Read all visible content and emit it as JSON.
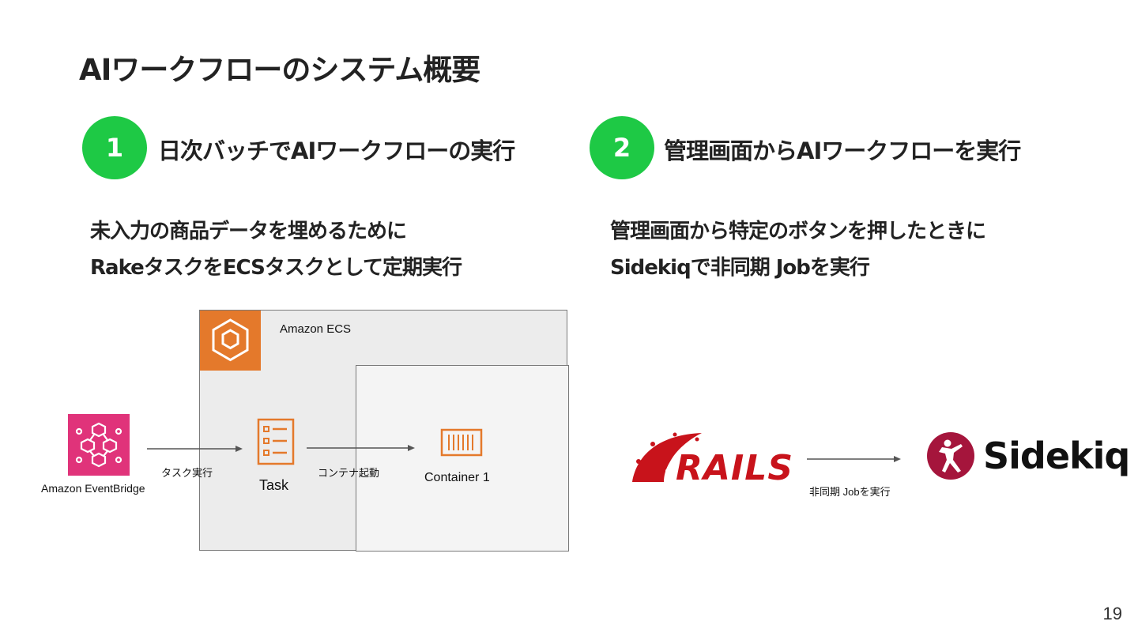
{
  "page": {
    "title": "AIワークフローのシステム概要",
    "page_number": "19"
  },
  "sections": [
    {
      "number": "1",
      "heading": "日次バッチでAIワークフローの実行",
      "description": [
        "未入力の商品データを埋めるために",
        "RakeタスクをECSタスクとして定期実行"
      ]
    },
    {
      "number": "2",
      "heading": "管理画面からAIワークフローを実行",
      "description": [
        "管理画面から特定のボタンを押したときに",
        "Sidekiqで非同期 Jobを実行"
      ]
    }
  ],
  "diagram1": {
    "ecs_label": "Amazon ECS",
    "eventbridge_label": "Amazon EventBridge",
    "arrow1_label": "タスク実行",
    "task_label": "Task",
    "arrow2_label": "コンテナ起動",
    "container_label": "Container 1",
    "colors": {
      "ecs": "#e4792b",
      "eventbridge": "#e0337a",
      "badge": "#1ec945"
    }
  },
  "diagram2": {
    "rails_logo_text": "RAILS",
    "sidekiq_logo_text": "Sidekiq",
    "arrow_label": "非同期 Jobを実行",
    "colors": {
      "rails": "#c8131b",
      "sidekiq": "#a5153c"
    }
  }
}
